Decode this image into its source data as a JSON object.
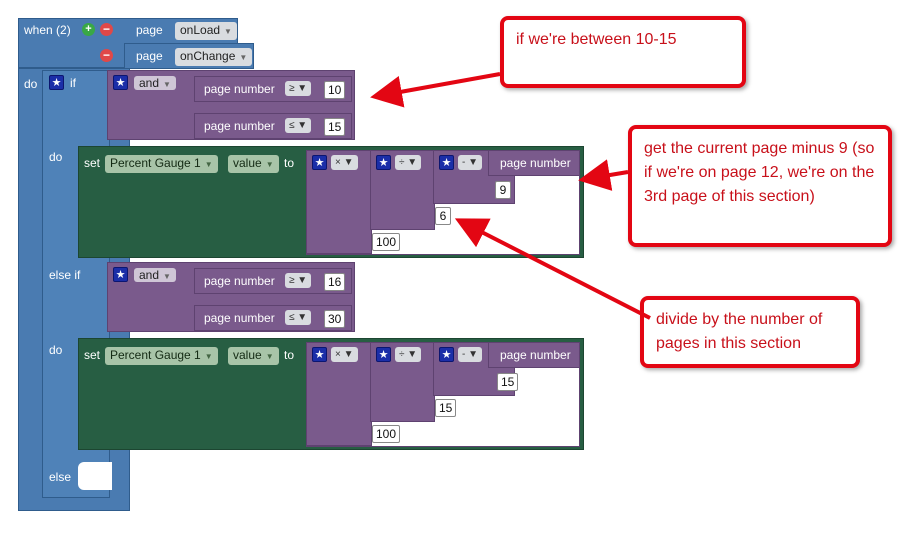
{
  "header": {
    "when_label": "when (2)",
    "event_rows": [
      {
        "component": "page",
        "event": "onLoad"
      },
      {
        "component": "page",
        "event": "onChange"
      }
    ]
  },
  "keywords": {
    "do": "do",
    "if": "if",
    "else_if": "else if",
    "else": "else",
    "set": "set",
    "to": "to",
    "and": "and"
  },
  "conditions": {
    "first": [
      {
        "left": "page number",
        "op": "≥",
        "right": "10"
      },
      {
        "left": "page number",
        "op": "≤",
        "right": "15"
      }
    ],
    "second": [
      {
        "left": "page number",
        "op": "≥",
        "right": "16"
      },
      {
        "left": "page number",
        "op": "≤",
        "right": "30"
      }
    ]
  },
  "assignments": [
    {
      "component": "Percent Gauge 1",
      "property": "value",
      "multiply": "×",
      "divide": "÷",
      "subtract": "-",
      "operand": "page number",
      "minus_value": "9",
      "divisor": "6",
      "factor": "100"
    },
    {
      "component": "Percent Gauge 1",
      "property": "value",
      "multiply": "×",
      "divide": "÷",
      "subtract": "-",
      "operand": "page number",
      "minus_value": "15",
      "divisor": "15",
      "factor": "100"
    }
  ],
  "annotations": {
    "range": "if we're between 10-15",
    "minus": "get the current page minus 9 (so if we're on page 12, we're on the 3rd page of this section)",
    "divide": "divide by the number of pages in this section"
  },
  "colors": {
    "event_block": "#4a7bb1",
    "logic_block": "#7a5a8c",
    "set_block": "#275e43",
    "callout_border": "#e30613"
  }
}
